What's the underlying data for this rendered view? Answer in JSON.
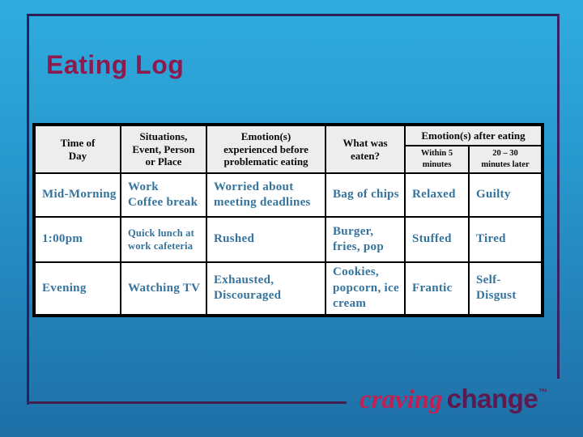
{
  "title": "Eating Log",
  "table": {
    "columns": [
      "Time of\nDay",
      "Situations,\nEvent, Person\nor Place",
      "Emotion(s)\nexperienced before\nproblematic eating",
      "What was\neaten?"
    ],
    "after_eating_group": "Emotion(s) after eating",
    "after_eating_columns": [
      "Within 5\nminutes",
      "20 – 30\nminutes later"
    ],
    "rows": [
      [
        "Mid-Morning",
        "Work\nCoffee break",
        "Worried about\nmeeting deadlines",
        "Bag of chips",
        "Relaxed",
        "Guilty"
      ],
      [
        "1:00pm",
        "Quick lunch at\nwork cafeteria",
        "Rushed",
        "Burger,\nfries, pop",
        "Stuffed",
        "Tired"
      ],
      [
        "Evening",
        "Watching TV",
        "Exhausted,\nDiscouraged",
        "Cookies,\npopcorn, ice\ncream",
        "Frantic",
        "Self-Disgust"
      ]
    ]
  },
  "logo": {
    "word1": "craving",
    "word2": "change",
    "tm": "™"
  },
  "colors": {
    "title_text": "#8c1a4e",
    "table_data_text": "#35739c",
    "header_background": "#ededed",
    "frame_border": "#2b2058",
    "frame_border_bottom": "#44204f",
    "background_top": "#30ace0",
    "background_bottom": "#1e6fa6",
    "logo_craving": "#c22053",
    "logo_change": "#5c1a4e"
  }
}
